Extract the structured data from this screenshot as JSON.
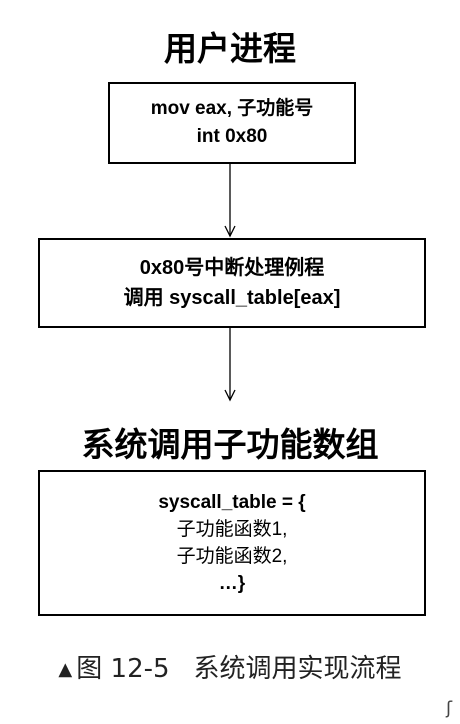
{
  "diagram": {
    "user_process_title": "用户进程",
    "box_user": {
      "line1": "mov eax, 子功能号",
      "line2": "int 0x80"
    },
    "box_handler": {
      "line1": "0x80号中断处理例程",
      "line2": "调用 syscall_table[eax]"
    },
    "array_title": "系统调用子功能数组",
    "box_table": {
      "line1": "syscall_table = {",
      "line2": "子功能函数1,",
      "line3": "子功能函数2,",
      "line4": "…}"
    }
  },
  "caption": {
    "marker": "▲",
    "figure_number": "图 12-5",
    "text": "系统调用实现流程"
  },
  "corner_mark": "ʃ"
}
